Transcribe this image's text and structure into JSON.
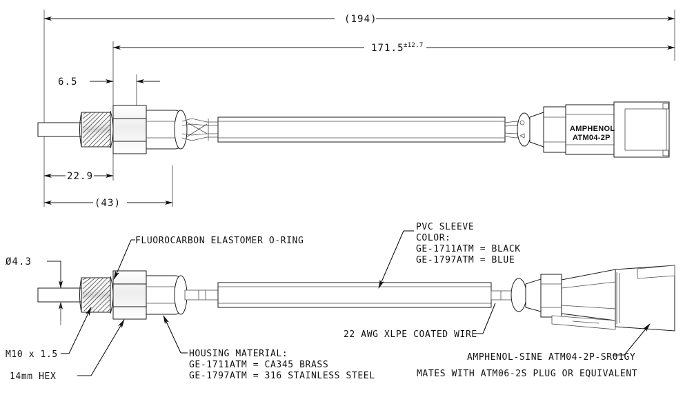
{
  "drawing": {
    "title": "Temperature sensor assembly engineering drawing",
    "line_color": "#1a1a1a",
    "background_color": "#ffffff",
    "views": {
      "top": "dimensioned side view",
      "bottom": "annotated side view"
    }
  },
  "dimensions": {
    "overall_length": "(194)",
    "cable_length_value": "171.5",
    "cable_length_tolerance": "±12.7",
    "thread_to_datum": "6.5",
    "thread_length": "22.9",
    "body_length": "(43)",
    "probe_diameter": "Ø4.3"
  },
  "callouts": {
    "oring": "FLUOROCARBON ELASTOMER O-RING",
    "thread": "M10 x 1.5",
    "hex": "14mm HEX",
    "wire": "22 AWG XLPE COATED WIRE",
    "sleeve": {
      "line1": "PVC SLEEVE",
      "line2": "COLOR:",
      "line3": "GE-1711ATM = BLACK",
      "line4": "GE-1797ATM = BLUE"
    },
    "housing": {
      "line1": "HOUSING MATERIAL:",
      "line2": "GE-1711ATM = CA345 BRASS",
      "line3": "GE-1797ATM = 316 STAINLESS STEEL"
    },
    "connector": {
      "line1": "AMPHENOL-SINE ATM04-2P-SR01GY",
      "line2": "MATES WITH ATM06-2S PLUG OR EQUIVALENT"
    }
  },
  "connector_body": {
    "brand": "AMPHENOL",
    "part": "ATM04-2P"
  }
}
